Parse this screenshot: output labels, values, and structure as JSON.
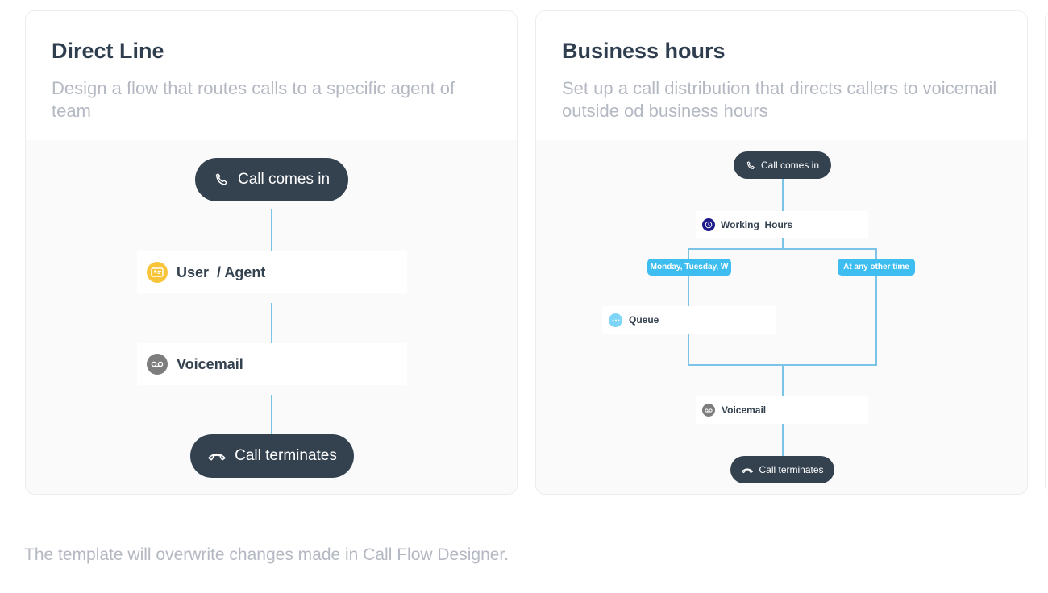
{
  "templates": [
    {
      "title": "Direct Line",
      "description": "Design a flow that routes calls to a specific agent of team",
      "flow": {
        "start": "Call comes in",
        "steps": [
          "User  / Agent",
          "Voicemail"
        ],
        "end": "Call terminates"
      }
    },
    {
      "title": "Business hours",
      "description": "Set up a call distribution that directs callers to voicemail outside od business hours",
      "flow": {
        "start": "Call comes in",
        "condition": "Working  Hours",
        "branches": [
          "Monday, Tuesday, W",
          "At any other time"
        ],
        "branch_step": "Queue",
        "after": "Voicemail",
        "end": "Call terminates"
      }
    }
  ],
  "footer_note": "The template will overwrite changes made in Call Flow Designer.",
  "icons": [
    "phone-icon",
    "user-card-icon",
    "voicemail-icon",
    "clock-icon",
    "queue-icon",
    "hang-up-icon"
  ],
  "colors": {
    "pill": "#34414f",
    "connector": "#7cc3e8",
    "branch_tag": "#3ebdf0",
    "user_icon": "#f8c53a",
    "voicemail_icon": "#7d7d7d",
    "clock_icon": "#1e1a8c",
    "queue_icon": "#7fd5f7"
  }
}
